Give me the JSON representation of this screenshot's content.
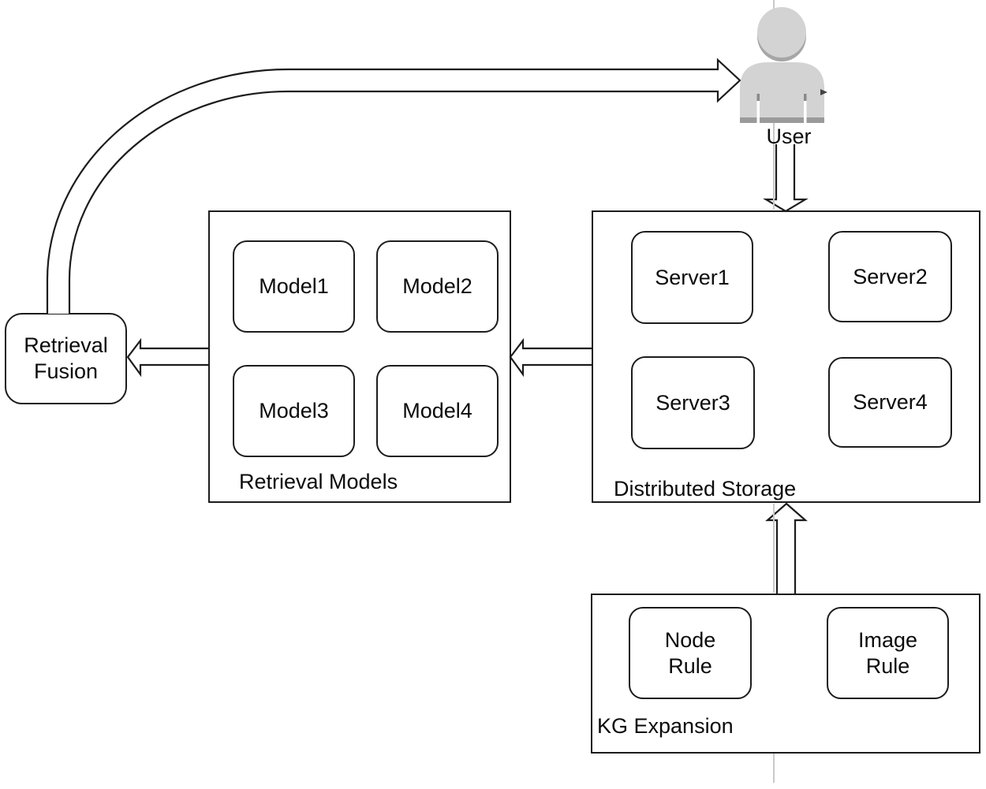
{
  "diagram": {
    "user": {
      "label": "User"
    },
    "retrieval_fusion": {
      "line1": "Retrieval",
      "line2": "Fusion"
    },
    "retrieval_models": {
      "label": "Retrieval Models",
      "items": [
        "Model1",
        "Model2",
        "Model3",
        "Model4"
      ]
    },
    "distributed_storage": {
      "label": "Distributed Storage",
      "items": [
        "Server1",
        "Server2",
        "Server3",
        "Server4"
      ]
    },
    "kg_expansion": {
      "label": "KG Expansion",
      "items": [
        {
          "line1": "Node",
          "line2": "Rule"
        },
        {
          "line1": "Image",
          "line2": "Rule"
        }
      ]
    },
    "icons": {
      "user_icon": "person-silhouette"
    },
    "colors": {
      "outline": "#1c1c1c",
      "user_fill": "#d3d3d3",
      "user_shade": "#a6a6a6",
      "user_band": "#9a9a9a",
      "guide_line": "#c9c9c9",
      "background": "#ffffff"
    }
  }
}
